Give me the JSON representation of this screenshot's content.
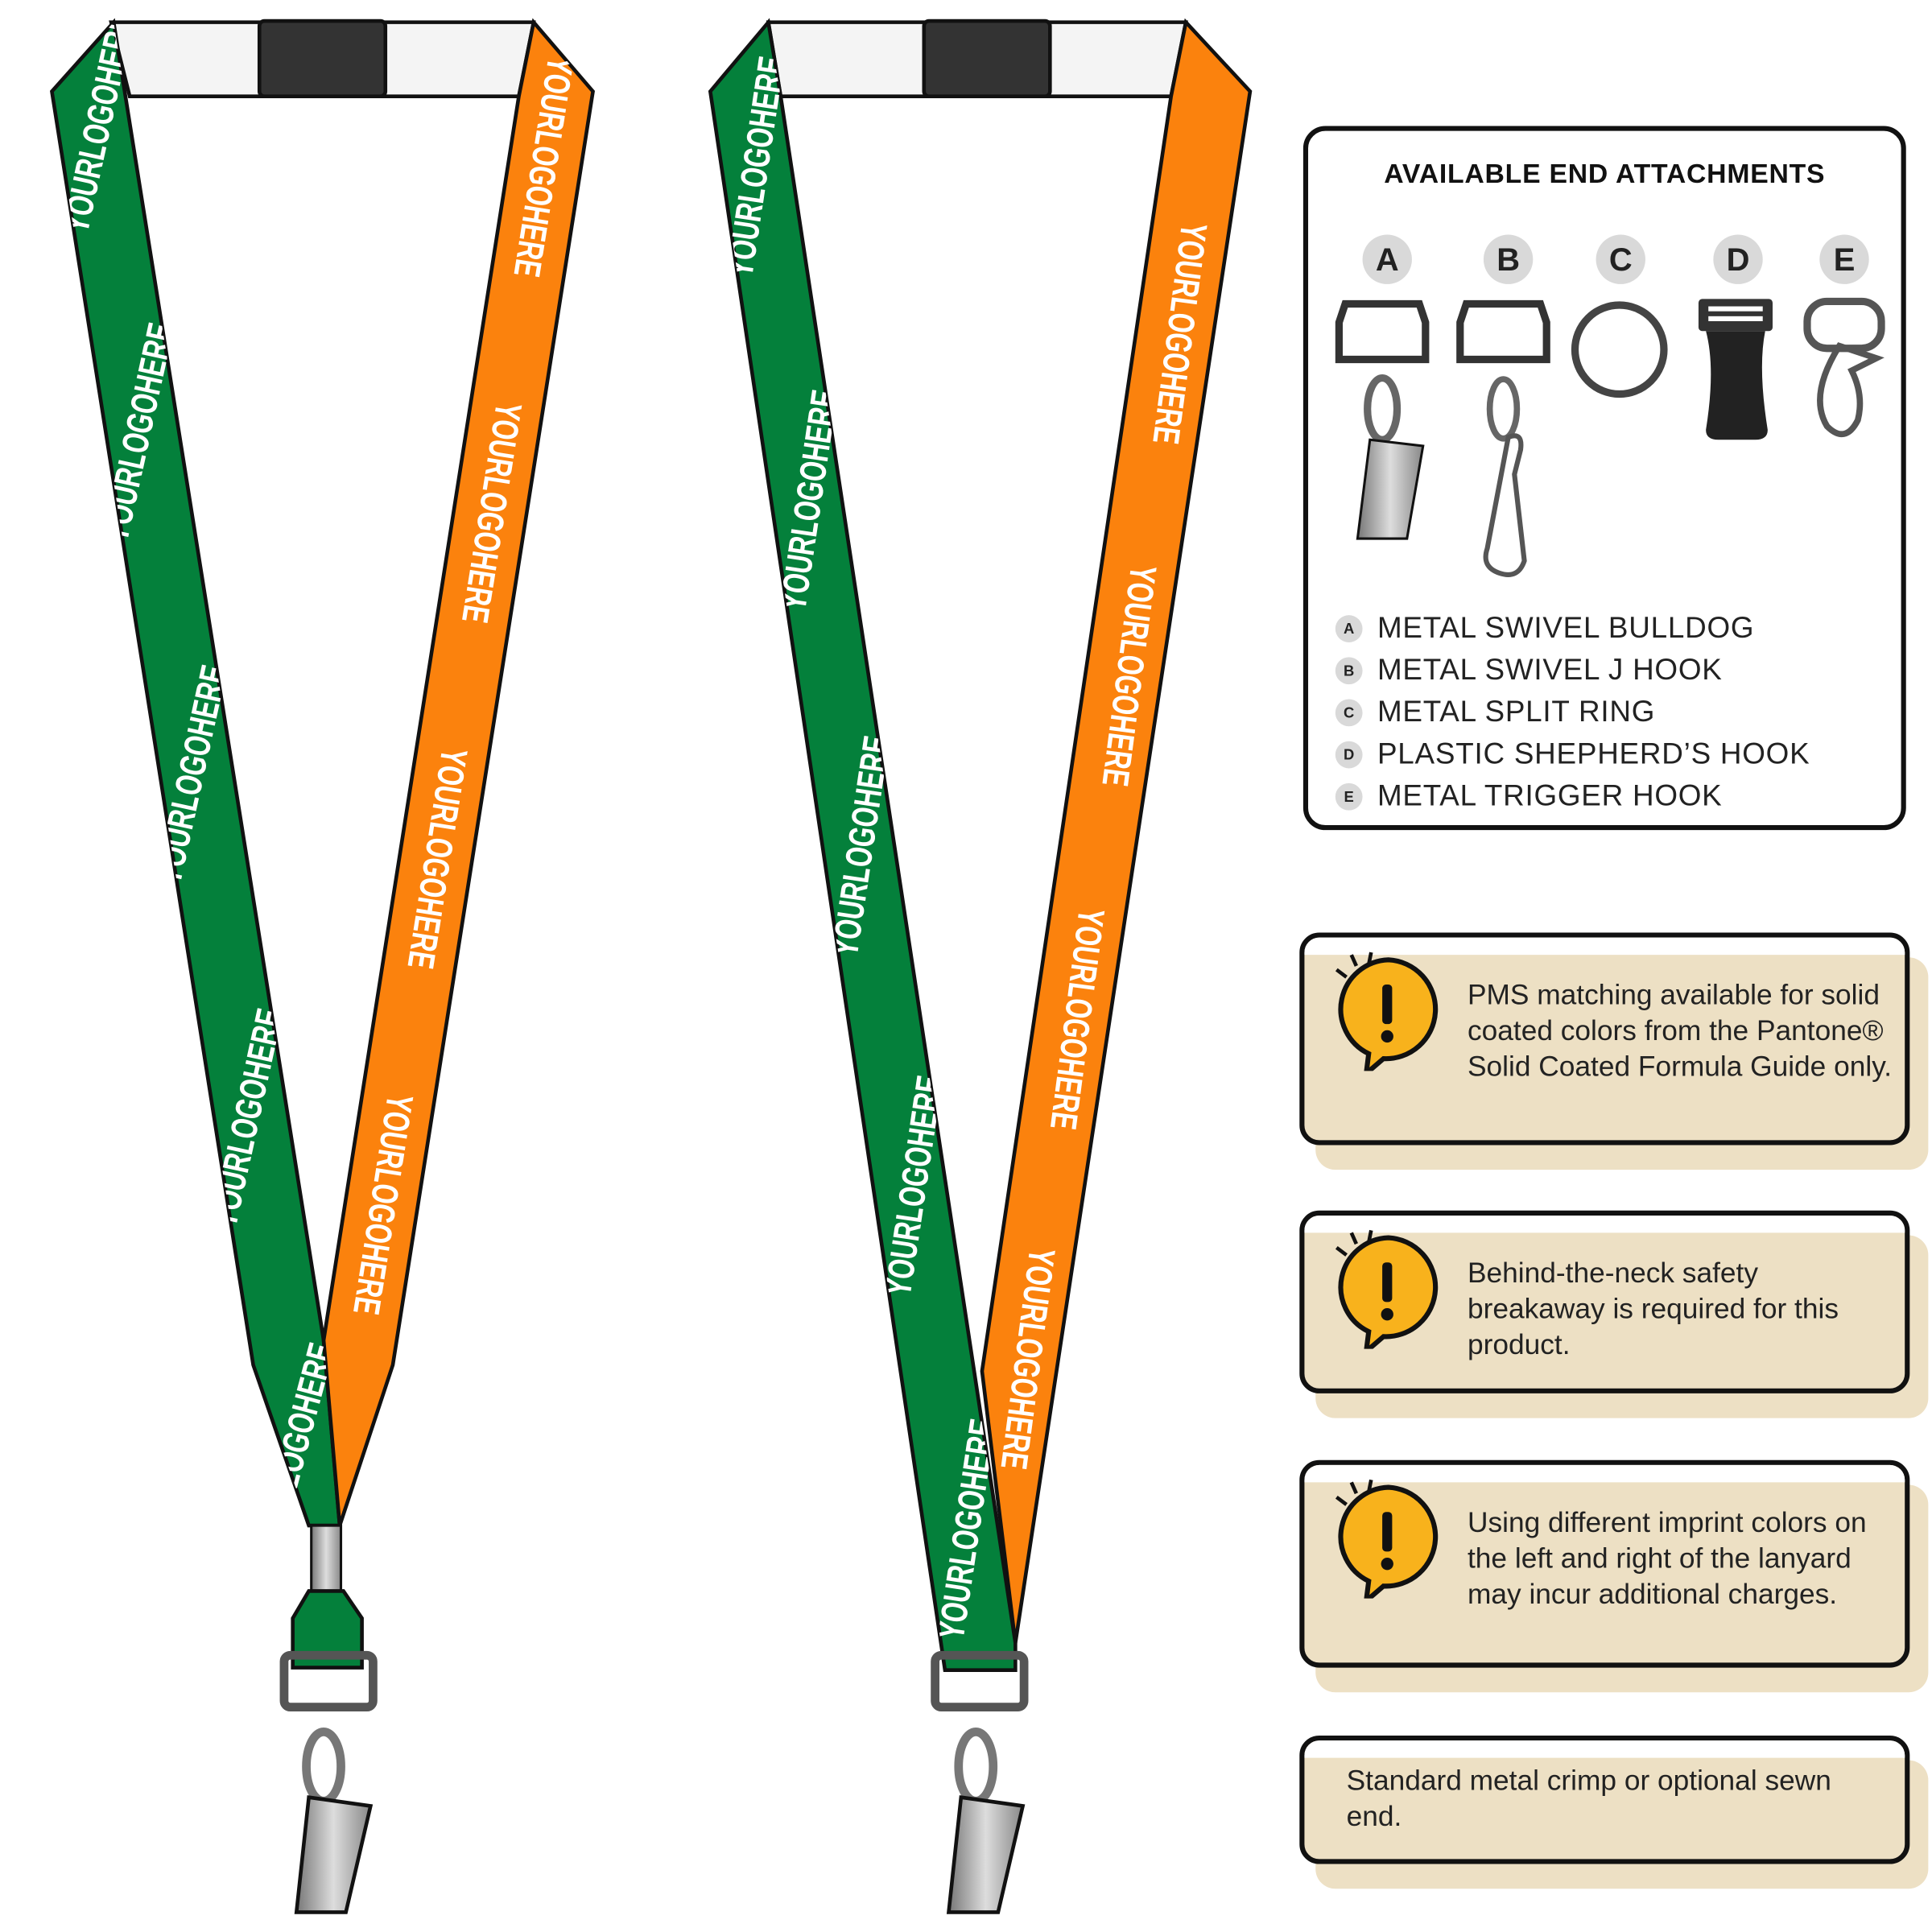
{
  "lanyard": {
    "logo_text": "YOURLOGOHERE",
    "colors": {
      "left_strip": "#04803b",
      "right_strip": "#fb820d",
      "buckle": "#333333",
      "fitting": "#04803b"
    }
  },
  "attachments": {
    "title": "AVAILABLE END ATTACHMENTS",
    "items": [
      {
        "letter": "A",
        "label": "METAL SWIVEL BULLDOG",
        "icon": "swivel-bulldog-clip-icon"
      },
      {
        "letter": "B",
        "label": "METAL SWIVEL J HOOK",
        "icon": "swivel-j-hook-icon"
      },
      {
        "letter": "C",
        "label": "METAL SPLIT RING",
        "icon": "split-ring-icon"
      },
      {
        "letter": "D",
        "label": "PLASTIC SHEPHERD’S HOOK",
        "icon": "shepherds-hook-icon"
      },
      {
        "letter": "E",
        "label": "METAL TRIGGER HOOK",
        "icon": "trigger-hook-icon"
      }
    ]
  },
  "notes": [
    {
      "text": "PMS matching available for solid coated colors from the Pantone® Solid Coated Formula Guide only.",
      "icon": "warning-exclamation-icon"
    },
    {
      "text": "Behind-the-neck safety breakaway is required for this product.",
      "icon": "warning-exclamation-icon"
    },
    {
      "text": "Using different imprint colors on the left and right of the lanyard may incur additional charges.",
      "icon": "warning-exclamation-icon"
    },
    {
      "text": "Standard metal crimp or optional sewn end."
    }
  ],
  "note_color": "#ede0c4",
  "warning_color": "#f8b21c"
}
